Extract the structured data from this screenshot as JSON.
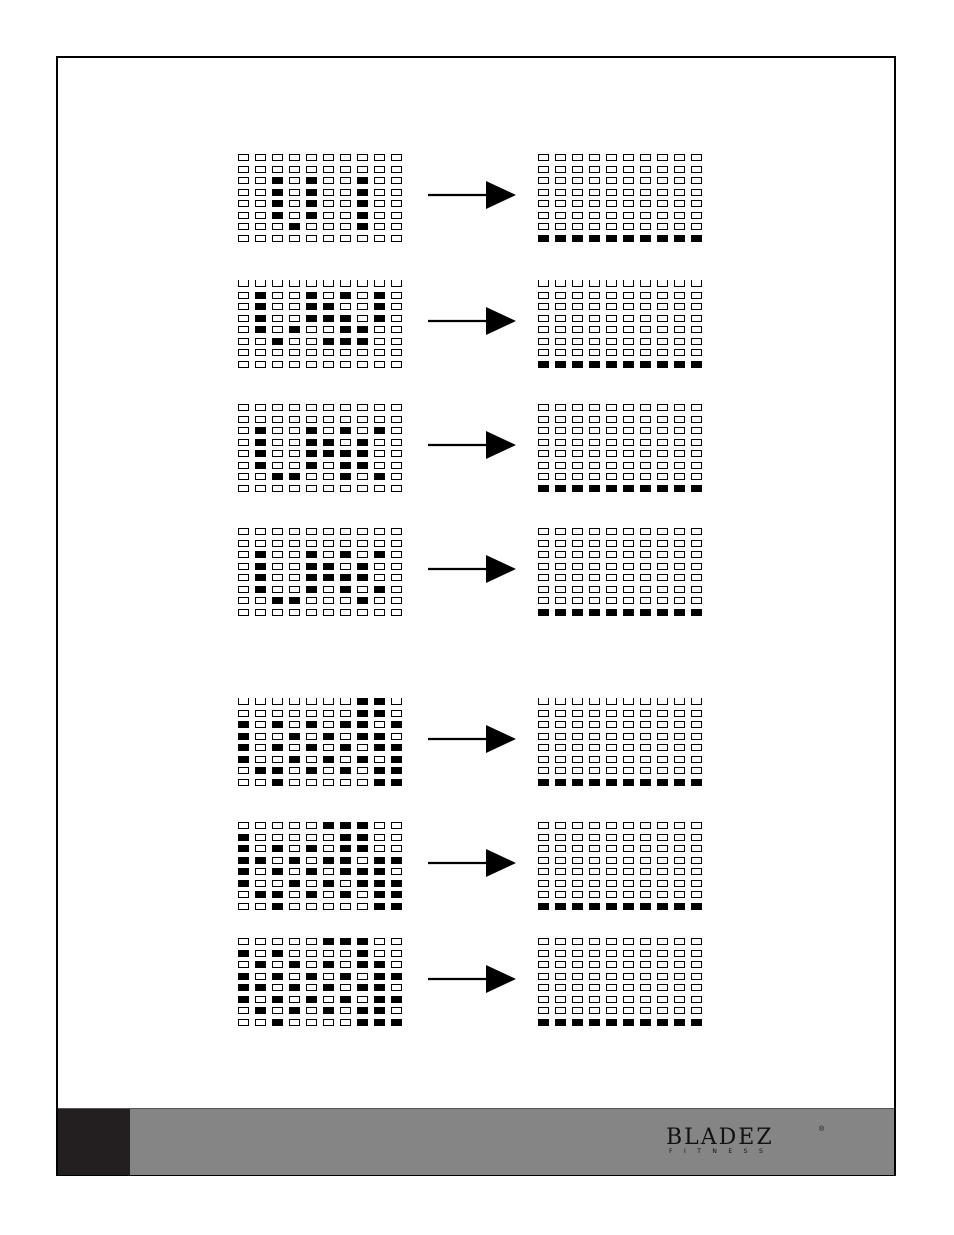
{
  "page": {
    "background": "#ffffff",
    "border_color": "#000000"
  },
  "footer": {
    "bar_color": "#858585",
    "tab_color": "#231f20",
    "logo": {
      "brand": "BLADEZ",
      "tagline": "FITNESS",
      "mark": "®"
    }
  },
  "patterns": [
    {
      "name": "pattern-1",
      "rows": 8,
      "cols": 10,
      "open_top": false,
      "before": [
        [
          2,
          4,
          7
        ],
        [
          2,
          4,
          7
        ],
        [
          2,
          4,
          7
        ],
        [
          2,
          4,
          7
        ],
        [
          3,
          7
        ]
      ],
      "before_rows": [
        2,
        3,
        4,
        5,
        6
      ]
    },
    {
      "name": "pattern-2",
      "rows": 8,
      "cols": 10,
      "open_top": true,
      "before_on": [
        [
          1,
          1
        ],
        [
          1,
          4
        ],
        [
          1,
          6
        ],
        [
          1,
          8
        ],
        [
          2,
          1
        ],
        [
          2,
          4
        ],
        [
          2,
          5
        ],
        [
          2,
          8
        ],
        [
          3,
          1
        ],
        [
          3,
          4
        ],
        [
          3,
          5
        ],
        [
          3,
          6
        ],
        [
          3,
          8
        ],
        [
          4,
          1
        ],
        [
          4,
          3
        ],
        [
          4,
          6
        ],
        [
          4,
          7
        ],
        [
          5,
          2
        ],
        [
          5,
          5
        ],
        [
          5,
          6
        ],
        [
          5,
          7
        ]
      ]
    },
    {
      "name": "pattern-3",
      "rows": 8,
      "cols": 10,
      "open_top": false,
      "before_on": [
        [
          2,
          1
        ],
        [
          2,
          4
        ],
        [
          2,
          6
        ],
        [
          2,
          8
        ],
        [
          3,
          1
        ],
        [
          3,
          4
        ],
        [
          3,
          5
        ],
        [
          3,
          7
        ],
        [
          4,
          1
        ],
        [
          4,
          4
        ],
        [
          4,
          5
        ],
        [
          4,
          6
        ],
        [
          4,
          7
        ],
        [
          5,
          1
        ],
        [
          5,
          4
        ],
        [
          5,
          6
        ],
        [
          5,
          7
        ],
        [
          6,
          2
        ],
        [
          6,
          3
        ],
        [
          6,
          6
        ],
        [
          6,
          8
        ]
      ]
    },
    {
      "name": "pattern-4",
      "rows": 8,
      "cols": 10,
      "open_top": false,
      "before_on": [
        [
          2,
          1
        ],
        [
          2,
          4
        ],
        [
          2,
          6
        ],
        [
          2,
          8
        ],
        [
          3,
          1
        ],
        [
          3,
          4
        ],
        [
          3,
          5
        ],
        [
          3,
          7
        ],
        [
          4,
          1
        ],
        [
          4,
          4
        ],
        [
          4,
          5
        ],
        [
          4,
          6
        ],
        [
          4,
          7
        ],
        [
          5,
          1
        ],
        [
          5,
          4
        ],
        [
          5,
          6
        ],
        [
          5,
          8
        ],
        [
          6,
          2
        ],
        [
          6,
          3
        ],
        [
          6,
          7
        ]
      ]
    },
    {
      "name": "pattern-5",
      "rows": 8,
      "cols": 10,
      "open_top": true,
      "before_on": [
        [
          0,
          7
        ],
        [
          0,
          8
        ],
        [
          1,
          7
        ],
        [
          1,
          8
        ],
        [
          2,
          0
        ],
        [
          2,
          2
        ],
        [
          2,
          4
        ],
        [
          2,
          6
        ],
        [
          2,
          7
        ],
        [
          2,
          9
        ],
        [
          3,
          0
        ],
        [
          3,
          3
        ],
        [
          3,
          5
        ],
        [
          3,
          7
        ],
        [
          3,
          8
        ],
        [
          4,
          0
        ],
        [
          4,
          2
        ],
        [
          4,
          4
        ],
        [
          4,
          6
        ],
        [
          4,
          8
        ],
        [
          4,
          9
        ],
        [
          5,
          0
        ],
        [
          5,
          3
        ],
        [
          5,
          5
        ],
        [
          5,
          7
        ],
        [
          5,
          9
        ],
        [
          6,
          1
        ],
        [
          6,
          2
        ],
        [
          6,
          4
        ],
        [
          6,
          6
        ],
        [
          6,
          8
        ],
        [
          6,
          9
        ],
        [
          7,
          2
        ],
        [
          7,
          8
        ],
        [
          7,
          9
        ]
      ]
    },
    {
      "name": "pattern-6",
      "rows": 8,
      "cols": 10,
      "open_top": false,
      "before_on": [
        [
          0,
          5
        ],
        [
          0,
          6
        ],
        [
          0,
          7
        ],
        [
          1,
          0
        ],
        [
          1,
          6
        ],
        [
          1,
          7
        ],
        [
          2,
          0
        ],
        [
          2,
          2
        ],
        [
          2,
          4
        ],
        [
          2,
          6
        ],
        [
          2,
          7
        ],
        [
          3,
          0
        ],
        [
          3,
          1
        ],
        [
          3,
          3
        ],
        [
          3,
          5
        ],
        [
          3,
          6
        ],
        [
          3,
          8
        ],
        [
          3,
          9
        ],
        [
          4,
          0
        ],
        [
          4,
          2
        ],
        [
          4,
          4
        ],
        [
          4,
          6
        ],
        [
          4,
          7
        ],
        [
          4,
          8
        ],
        [
          5,
          0
        ],
        [
          5,
          3
        ],
        [
          5,
          5
        ],
        [
          5,
          7
        ],
        [
          5,
          8
        ],
        [
          5,
          9
        ],
        [
          6,
          1
        ],
        [
          6,
          2
        ],
        [
          6,
          4
        ],
        [
          6,
          6
        ],
        [
          6,
          8
        ],
        [
          6,
          9
        ],
        [
          7,
          2
        ],
        [
          7,
          8
        ],
        [
          7,
          9
        ]
      ]
    },
    {
      "name": "pattern-7",
      "rows": 8,
      "cols": 10,
      "open_top": false,
      "before_on": [
        [
          0,
          5
        ],
        [
          0,
          6
        ],
        [
          0,
          7
        ],
        [
          1,
          0
        ],
        [
          1,
          2
        ],
        [
          1,
          7
        ],
        [
          2,
          1
        ],
        [
          2,
          3
        ],
        [
          2,
          5
        ],
        [
          2,
          7
        ],
        [
          2,
          8
        ],
        [
          3,
          0
        ],
        [
          3,
          2
        ],
        [
          3,
          4
        ],
        [
          3,
          6
        ],
        [
          3,
          8
        ],
        [
          3,
          9
        ],
        [
          4,
          0
        ],
        [
          4,
          1
        ],
        [
          4,
          3
        ],
        [
          4,
          5
        ],
        [
          4,
          7
        ],
        [
          4,
          8
        ],
        [
          5,
          0
        ],
        [
          5,
          2
        ],
        [
          5,
          4
        ],
        [
          5,
          6
        ],
        [
          5,
          8
        ],
        [
          5,
          9
        ],
        [
          6,
          1
        ],
        [
          6,
          3
        ],
        [
          6,
          5
        ],
        [
          6,
          7
        ],
        [
          6,
          8
        ],
        [
          7,
          2
        ],
        [
          7,
          7
        ],
        [
          7,
          8
        ],
        [
          7,
          9
        ]
      ]
    }
  ]
}
